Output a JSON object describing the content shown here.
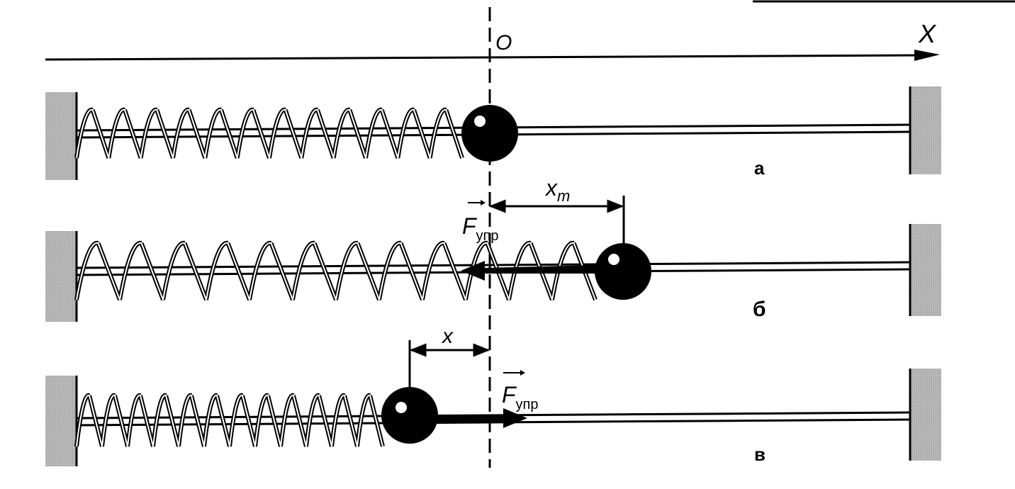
{
  "axis": {
    "x_label": "X",
    "origin_label": "O"
  },
  "panels": [
    {
      "id": "a",
      "label": "а"
    },
    {
      "id": "b",
      "label": "б",
      "displacement_label": "x",
      "displacement_subscript": "m",
      "force_label": "F",
      "force_subscript": "упр",
      "force_direction": "left"
    },
    {
      "id": "c",
      "label": "в",
      "displacement_label": "x",
      "force_label": "F",
      "force_subscript": "упр",
      "force_direction": "right"
    }
  ]
}
